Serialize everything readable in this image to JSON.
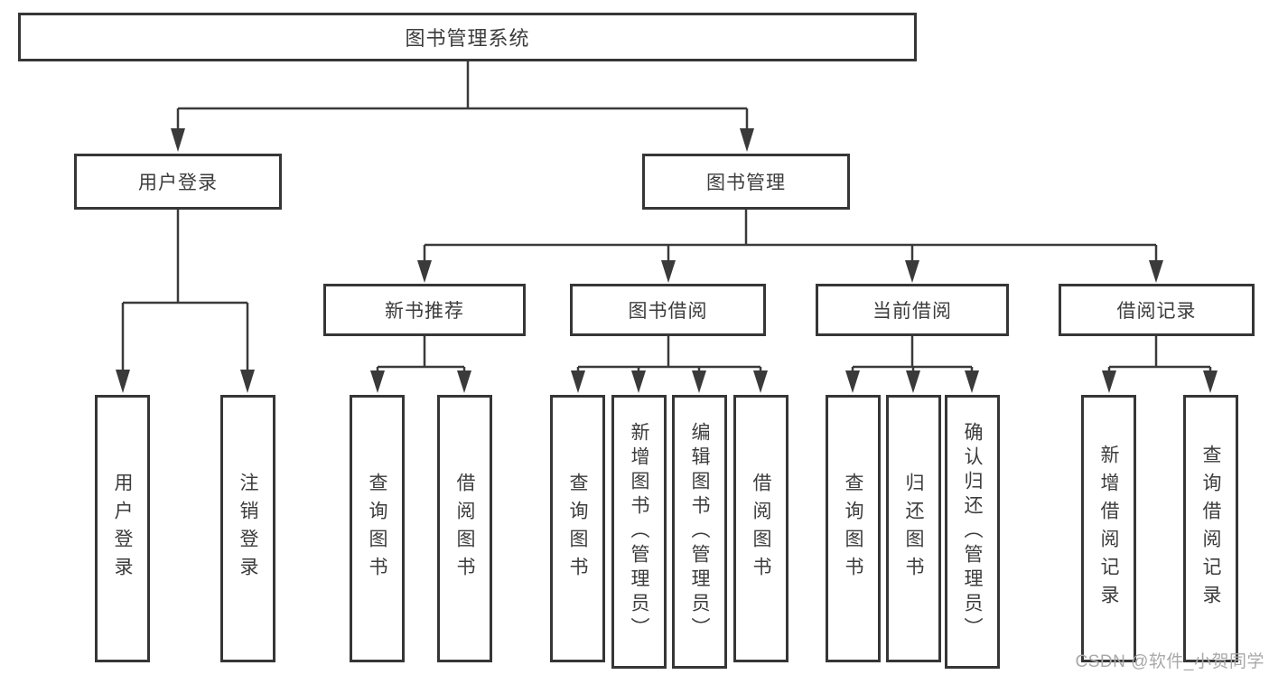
{
  "diagram_type": "function-structure-tree",
  "tree": {
    "label": "图书管理系统",
    "children": [
      {
        "label": "用户登录",
        "children": [
          {
            "label": "用户登录"
          },
          {
            "label": "注销登录"
          }
        ]
      },
      {
        "label": "图书管理",
        "children": [
          {
            "label": "新书推荐",
            "children": [
              {
                "label": "查询图书"
              },
              {
                "label": "借阅图书"
              }
            ]
          },
          {
            "label": "图书借阅",
            "children": [
              {
                "label": "查询图书"
              },
              {
                "label": "新增图书（管理员）"
              },
              {
                "label": "编辑图书（管理员）"
              },
              {
                "label": "借阅图书"
              }
            ]
          },
          {
            "label": "当前借阅",
            "children": [
              {
                "label": "查询图书"
              },
              {
                "label": "归还图书"
              },
              {
                "label": "确认归还（管理员）"
              }
            ]
          },
          {
            "label": "借阅记录",
            "children": [
              {
                "label": "新增借阅记录"
              },
              {
                "label": "查询借阅记录"
              }
            ]
          }
        ]
      }
    ]
  },
  "watermark": {
    "text": "CSDN @软件_小贺同学"
  },
  "colors": {
    "line": "#3a3a3a",
    "box_border": "#363636",
    "text": "#3c3c3c",
    "watermark": "#a9a9a9",
    "background": "#ffffff"
  }
}
